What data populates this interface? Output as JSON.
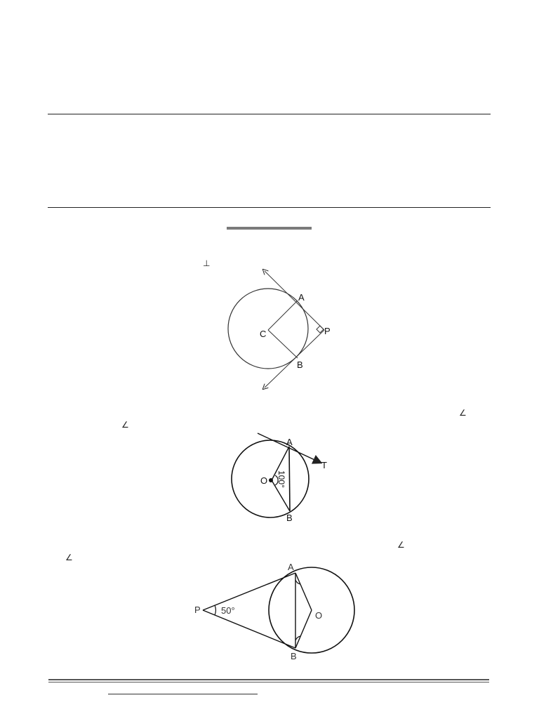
{
  "symbols": {
    "perpendicular": "⊥",
    "angle": "∠"
  },
  "figure1": {
    "label_a": "A",
    "label_c": "C",
    "label_p": "P",
    "label_b": "B"
  },
  "figure2": {
    "label_a": "A",
    "label_t": "T",
    "label_o": "O",
    "label_b": "B",
    "angle_label": "100°"
  },
  "figure3": {
    "label_a": "A",
    "label_p": "P",
    "label_o": "O",
    "label_b": "B",
    "angle_label": "50°"
  }
}
